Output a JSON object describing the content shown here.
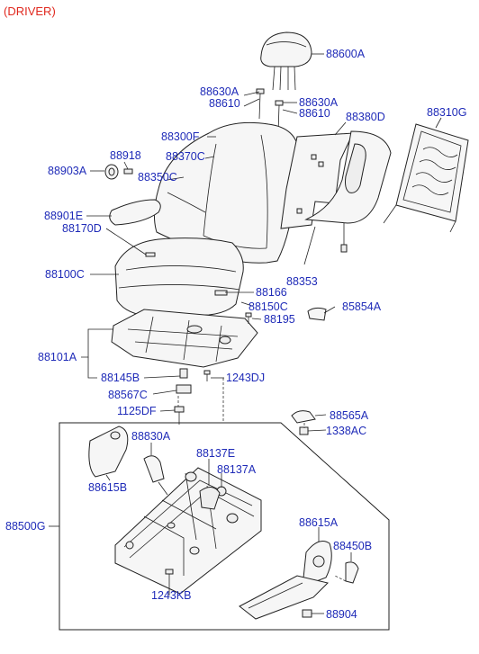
{
  "header": "(DRIVER)",
  "labels": {
    "p88600A": "88600A",
    "p88630A_l": "88630A",
    "p88610_l": "88610",
    "p88630A_r": "88630A",
    "p88610_r": "88610",
    "p88380D": "88380D",
    "p88310G": "88310G",
    "p88300F": "88300F",
    "p88370C": "88370C",
    "p88918": "88918",
    "p88903A": "88903A",
    "p88350C": "88350C",
    "p88901E": "88901E",
    "p88170D": "88170D",
    "p88100C": "88100C",
    "p88353": "88353",
    "p88166": "88166",
    "p88150C": "88150C",
    "p85854A": "85854A",
    "p88195": "88195",
    "p88101A": "88101A",
    "p88145B": "88145B",
    "p1243DJ": "1243DJ",
    "p88567C": "88567C",
    "p1125DF": "1125DF",
    "p88565A": "88565A",
    "p1338AC": "1338AC",
    "p88830A": "88830A",
    "p88137E": "88137E",
    "p88137A": "88137A",
    "p88615B": "88615B",
    "p88500G": "88500G",
    "p88615A": "88615A",
    "p88450B": "88450B",
    "p1243KB": "1243KB",
    "p88904": "88904"
  },
  "colors": {
    "label_text": "#1f2bb8",
    "header_text": "#e0281e",
    "line_art": "#222222"
  }
}
